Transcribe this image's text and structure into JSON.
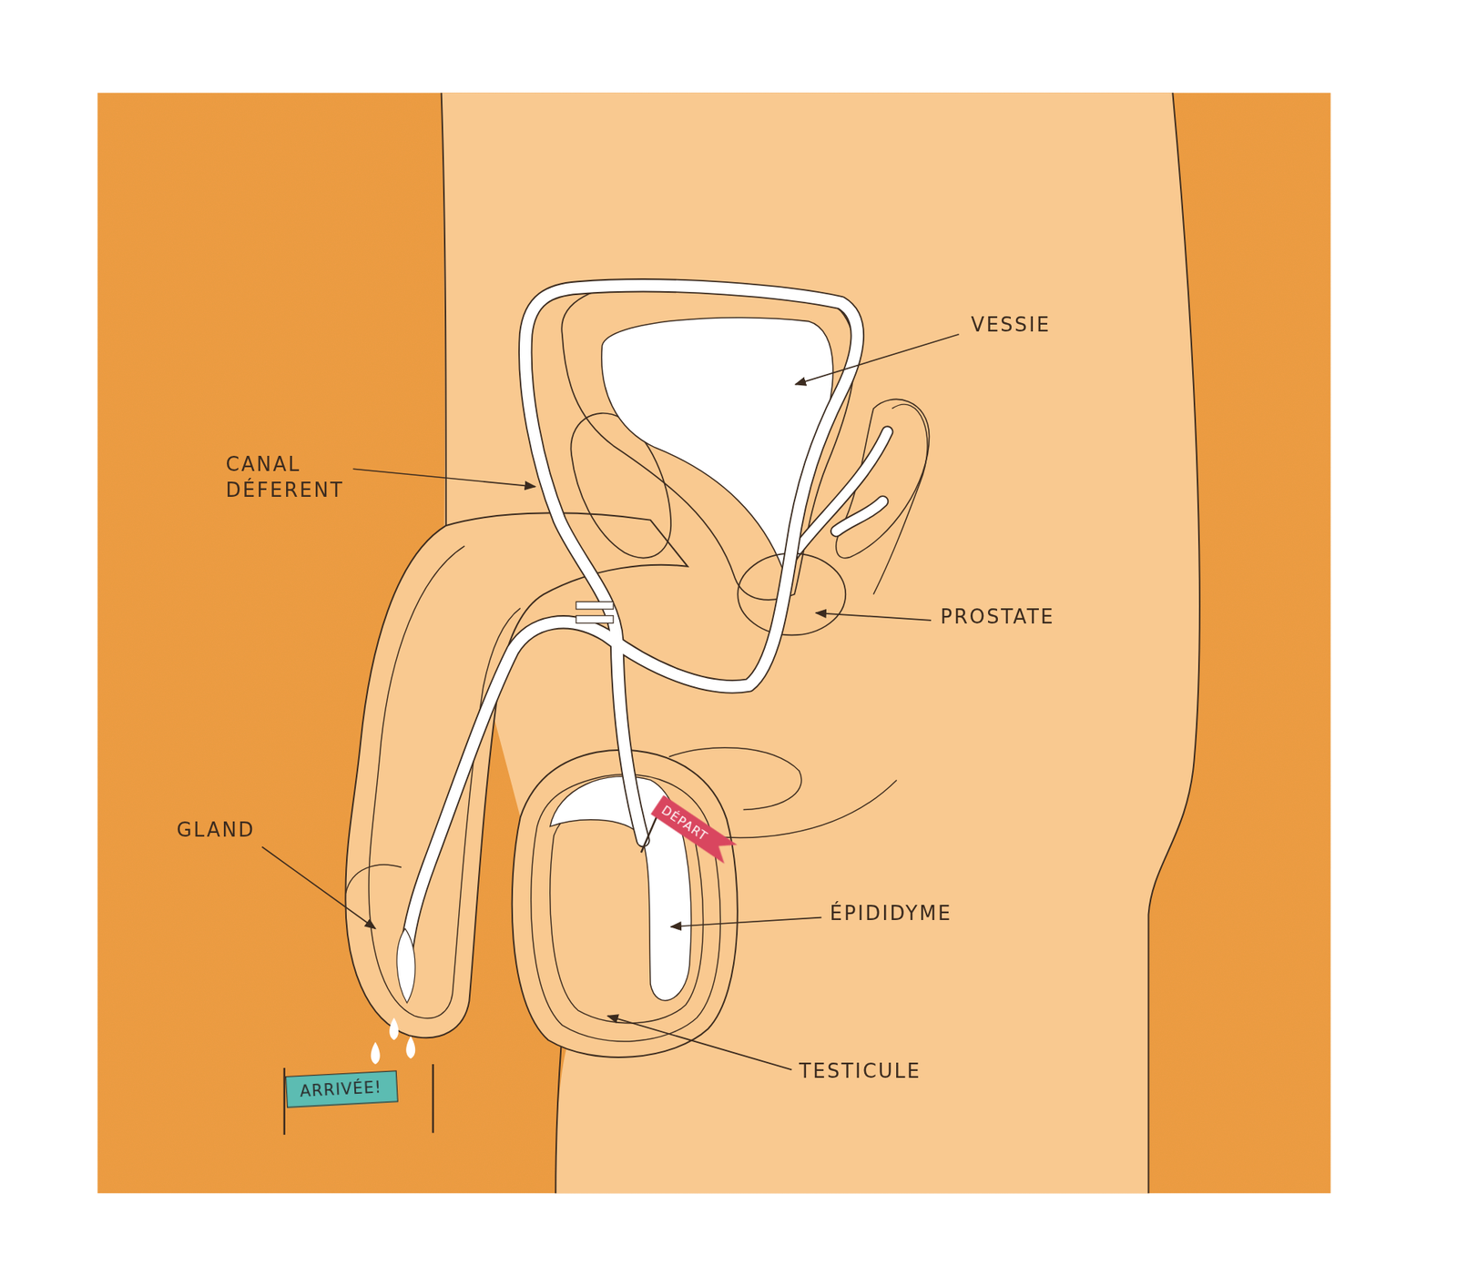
{
  "diagram": {
    "nodes": [
      {
        "text": [
          "DÉPART"
        ]
      },
      {
        "text": [
          "ARRIVÉE!"
        ]
      }
    ],
    "labels": [
      "VESSIE",
      "CANAL DÉFERENT",
      "PROSTATE",
      "GLAND",
      "ÉPIDIDYME",
      "TESTICULE"
    ]
  }
}
